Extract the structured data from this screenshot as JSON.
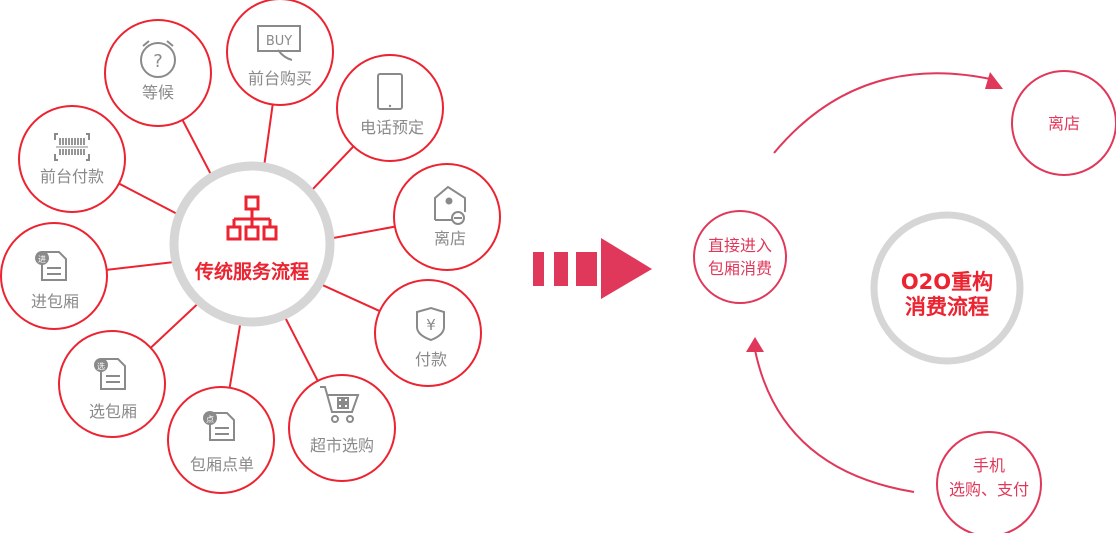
{
  "traditional": {
    "title": "传统服务流程",
    "nodes": [
      {
        "label": "等候",
        "icon": "alarm-question-icon"
      },
      {
        "label": "前台购买",
        "icon": "buy-screen-icon",
        "icon_text": "BUY"
      },
      {
        "label": "电话预定",
        "icon": "phone-icon"
      },
      {
        "label": "离店",
        "icon": "home-exit-icon"
      },
      {
        "label": "付款",
        "icon": "yen-shield-icon",
        "icon_text": "¥"
      },
      {
        "label": "超市选购",
        "icon": "shopping-cart-icon"
      },
      {
        "label": "包厢点单",
        "icon": "document-icon",
        "icon_text": "点"
      },
      {
        "label": "选包厢",
        "icon": "document-icon",
        "icon_text": "选"
      },
      {
        "label": "进包厢",
        "icon": "document-icon",
        "icon_text": "进"
      },
      {
        "label": "前台付款",
        "icon": "barcode-icon"
      }
    ]
  },
  "o2o": {
    "title_line1": "O2O重构",
    "title_line2": "消费流程",
    "enter": {
      "line1": "直接进入",
      "line2": "包厢消费"
    },
    "leave": {
      "label": "离店"
    },
    "mobile": {
      "line1": "手机",
      "line2": "选购、支付"
    }
  },
  "colors": {
    "accent": "#ec2330",
    "accent_soft": "#e0385a",
    "ring": "#d6d6d6",
    "label": "#8a8a8a"
  }
}
